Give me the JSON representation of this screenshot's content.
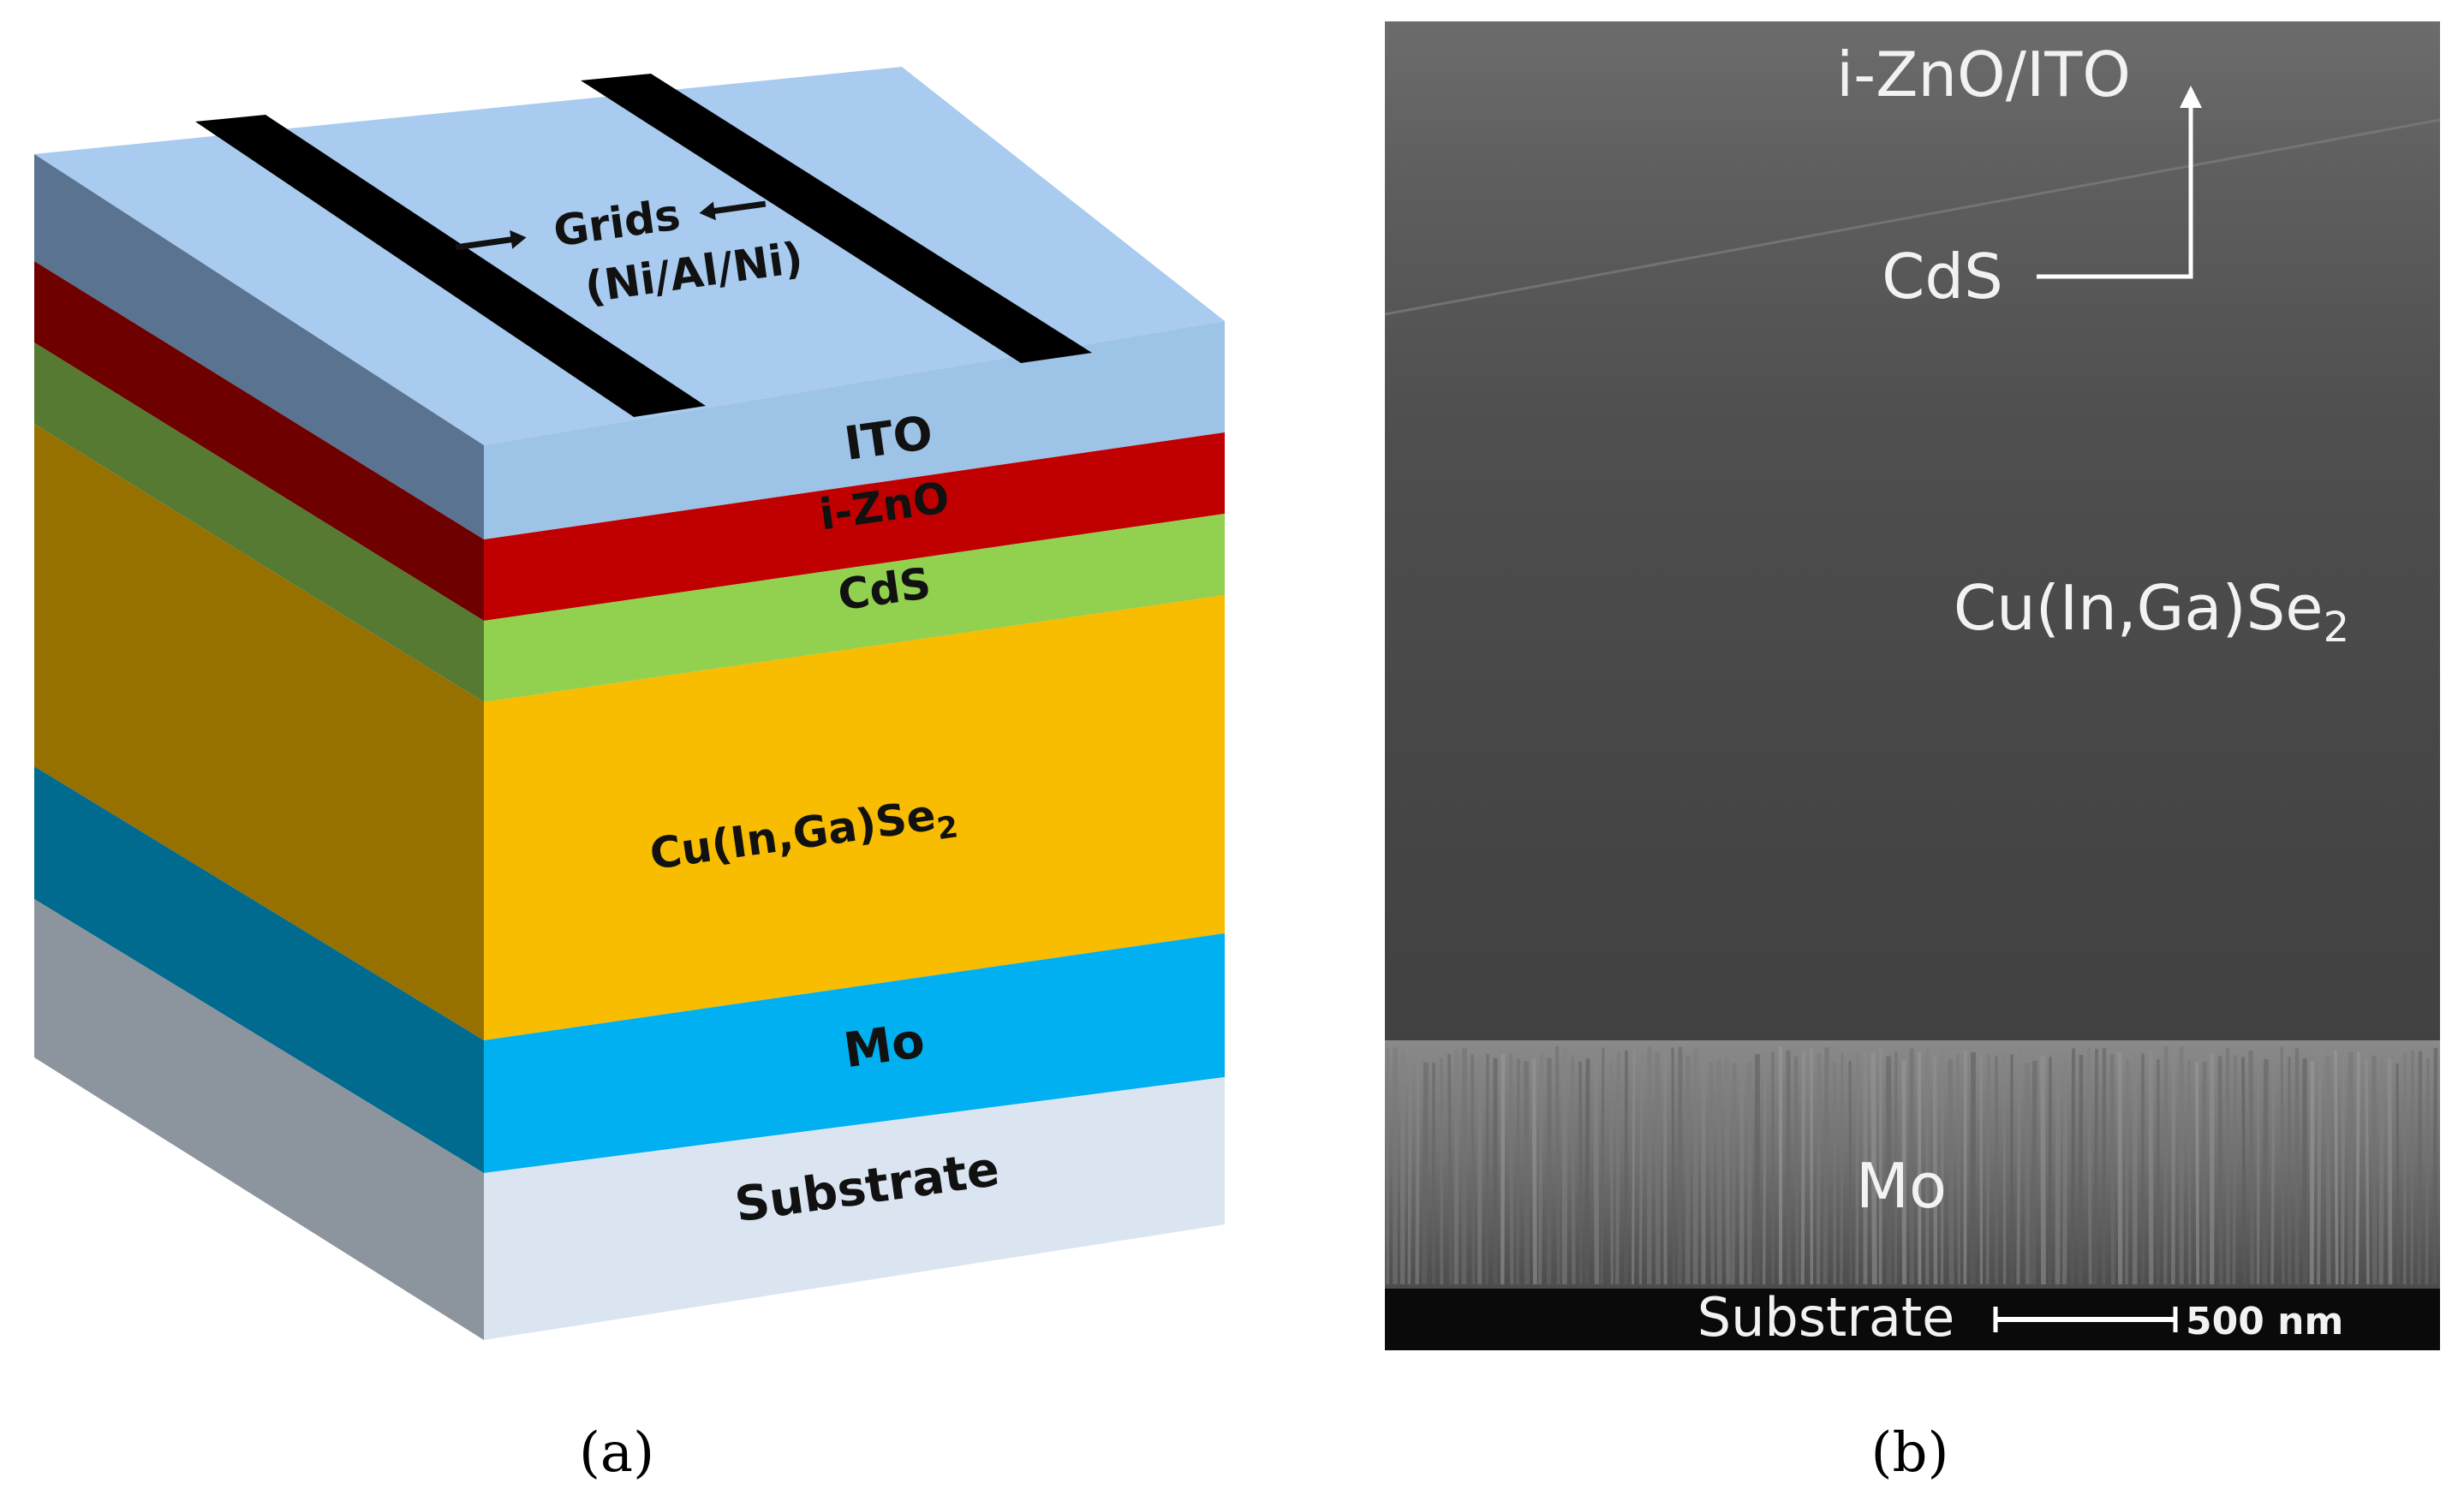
{
  "panel_a": {
    "layers": [
      {
        "name": "ITO",
        "front": "#9dc3e6",
        "side": "#5a7390"
      },
      {
        "name": "i-ZnO",
        "front": "#c00000",
        "side": "#6e0000"
      },
      {
        "name": "CdS",
        "front": "#92d050",
        "side": "#577a33"
      },
      {
        "name": "Cu(In,Ga)Se",
        "subscript": "2",
        "front": "#f8bc00",
        "side": "#977100"
      },
      {
        "name": "Mo",
        "front": "#00b0f0",
        "side": "#006b8f"
      },
      {
        "name": "Substrate",
        "front": "#dbe5f1",
        "side": "#8c959e"
      }
    ],
    "top_color": "#a9cbef",
    "grid_color": "#000000",
    "grid_label_line1": "Grids",
    "grid_label_line2": "(Ni/Al/Ni)",
    "caption": "(a)"
  },
  "panel_b": {
    "labels": {
      "top": "i-ZnO/ITO",
      "cds": "CdS",
      "cigs": "Cu(In,Ga)Se",
      "cigs_sub": "2",
      "mo": "Mo",
      "substrate": "Substrate",
      "scale": "500 nm"
    },
    "caption": "(b)"
  }
}
